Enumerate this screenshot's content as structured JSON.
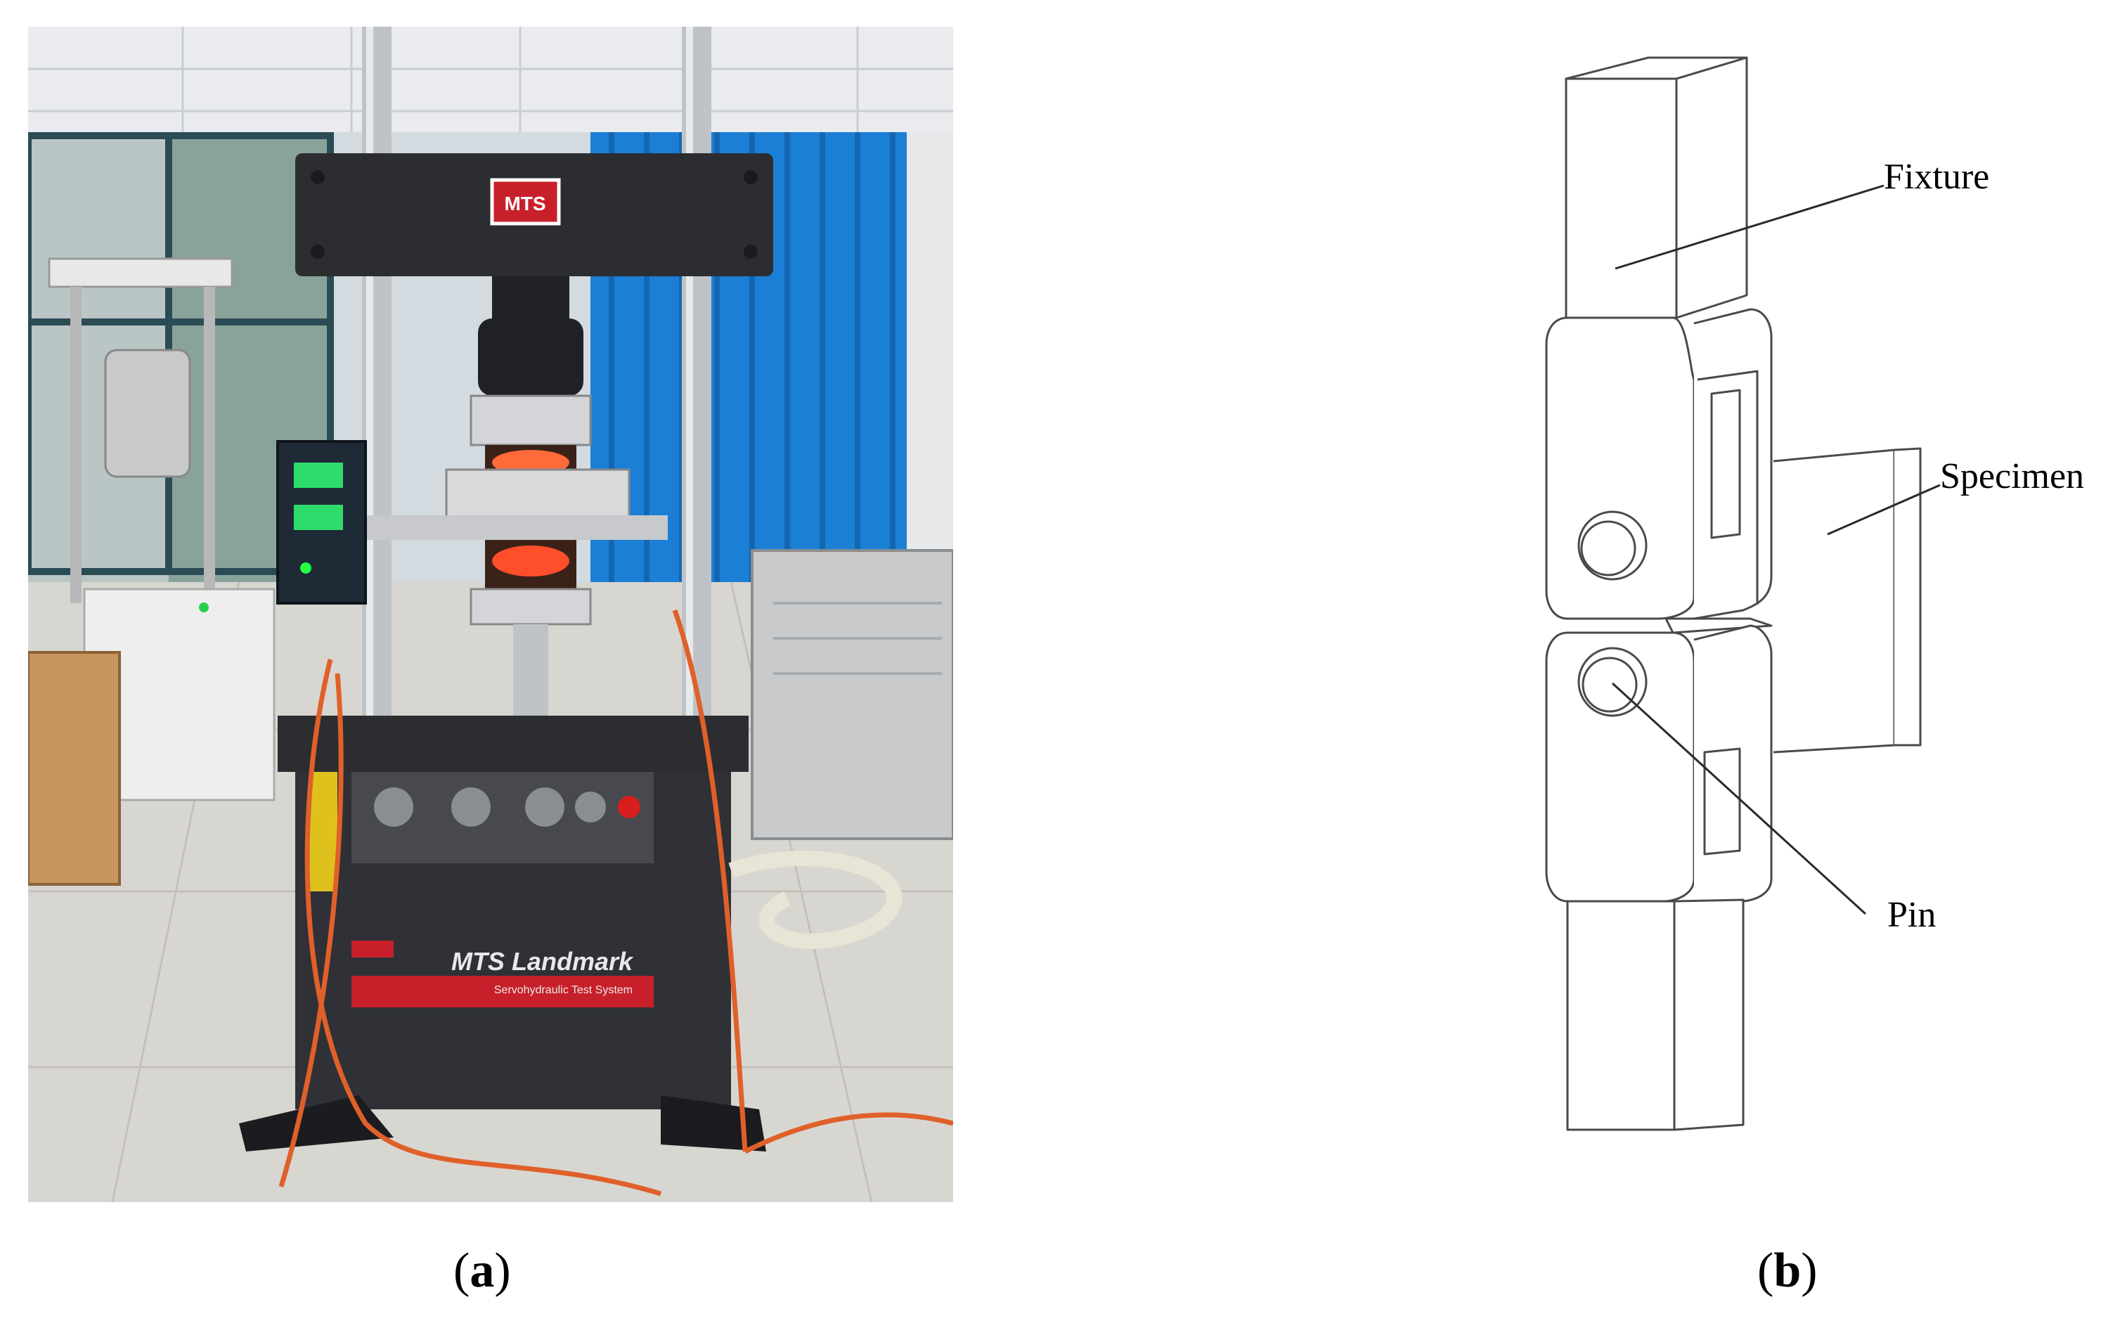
{
  "figure": {
    "panel_a": {
      "caption_open": "(",
      "caption_letter": "a",
      "caption_close": ")",
      "photo_texts": {
        "crosshead_logo": "MTS",
        "base_brand": "MTS Landmark",
        "base_sub": "Servohydraulic Test System"
      }
    },
    "panel_b": {
      "caption_open": "(",
      "caption_letter": "b",
      "caption_close": ")",
      "labels": {
        "fixture": "Fixture",
        "specimen": "Specimen",
        "pin": "Pin"
      }
    }
  },
  "colors": {
    "blue_curtain": "#1b7fd6",
    "machine_dark": "#2b2d31",
    "accent_red": "#c8202a",
    "cable_orange": "#e0602a",
    "floor": "#d8d6d0"
  }
}
